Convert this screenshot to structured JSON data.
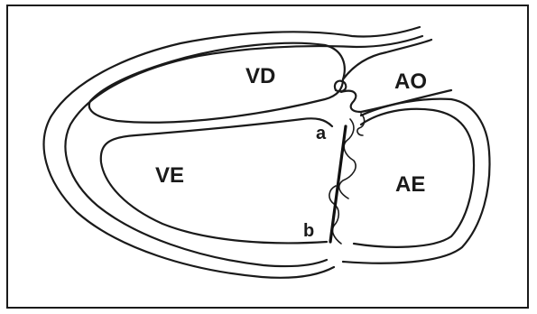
{
  "labels": {
    "vd": "VD",
    "ao": "AO",
    "ve": "VE",
    "ae": "AE",
    "a": "a",
    "b": "b"
  }
}
